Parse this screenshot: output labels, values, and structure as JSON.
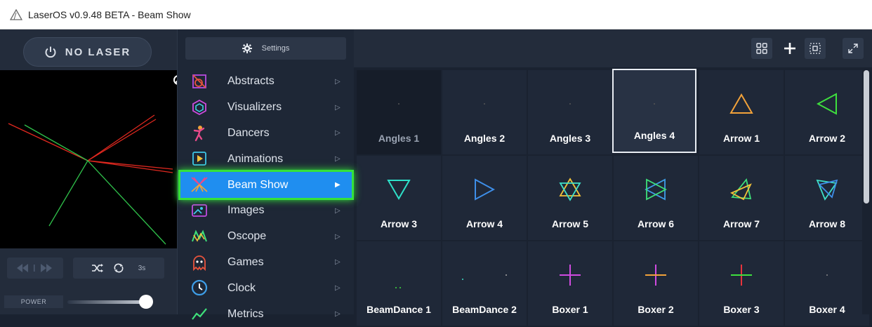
{
  "window": {
    "title": "LaserOS v0.9.48 BETA - Beam Show"
  },
  "left_panel": {
    "laser_button_label": "NO LASER",
    "transport": {
      "interval_label": "3s"
    },
    "power_label": "POWER",
    "power_level": 0.95
  },
  "menu": {
    "settings_label": "Settings",
    "items": [
      {
        "label": "Abstracts",
        "icon": "abstracts-icon"
      },
      {
        "label": "Visualizers",
        "icon": "visualizers-icon"
      },
      {
        "label": "Dancers",
        "icon": "dancers-icon"
      },
      {
        "label": "Animations",
        "icon": "animations-icon"
      },
      {
        "label": "Beam Show",
        "icon": "beam-show-icon",
        "selected": true
      },
      {
        "label": "Images",
        "icon": "images-icon"
      },
      {
        "label": "Oscope",
        "icon": "oscope-icon"
      },
      {
        "label": "Games",
        "icon": "games-icon"
      },
      {
        "label": "Clock",
        "icon": "clock-icon"
      },
      {
        "label": "Metrics",
        "icon": "metrics-icon"
      }
    ]
  },
  "grid": {
    "tiles": [
      {
        "label": "Angles 1"
      },
      {
        "label": "Angles 2"
      },
      {
        "label": "Angles 3"
      },
      {
        "label": "Angles 4",
        "active": true
      },
      {
        "label": "Arrow 1"
      },
      {
        "label": "Arrow 2"
      },
      {
        "label": "Arrow 3"
      },
      {
        "label": "Arrow 4"
      },
      {
        "label": "Arrow 5"
      },
      {
        "label": "Arrow 6"
      },
      {
        "label": "Arrow 7"
      },
      {
        "label": "Arrow 8"
      },
      {
        "label": "BeamDance 1"
      },
      {
        "label": "BeamDance 2"
      },
      {
        "label": "Boxer 1"
      },
      {
        "label": "Boxer 2"
      },
      {
        "label": "Boxer 3"
      },
      {
        "label": "Boxer 4"
      }
    ]
  },
  "colors": {
    "selected_bg": "#1f8ef0",
    "selected_glow": "#35e23a",
    "panel_bg": "#1a2230"
  }
}
